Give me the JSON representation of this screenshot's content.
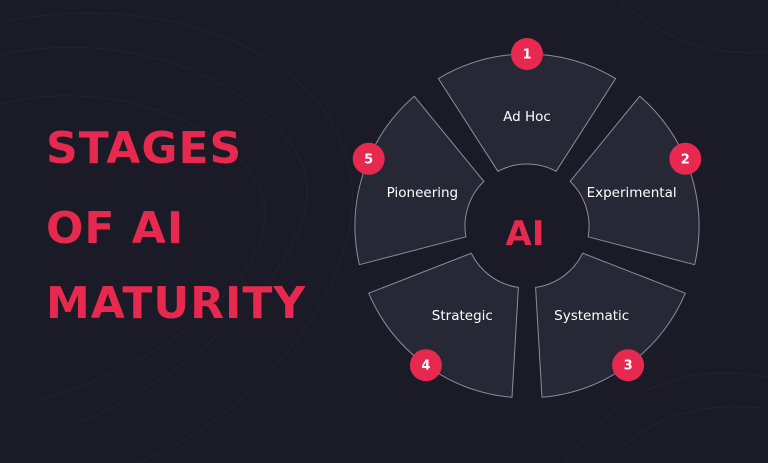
{
  "title_lines": [
    "STAGES",
    "OF AI",
    "MATURITY"
  ],
  "center_label": "AI",
  "stages": [
    {
      "number": "1",
      "label": "Ad Hoc"
    },
    {
      "number": "2",
      "label": "Experimental"
    },
    {
      "number": "3",
      "label": "Systematic"
    },
    {
      "number": "4",
      "label": "Strategic"
    },
    {
      "number": "5",
      "label": "Pioneering"
    }
  ],
  "colors": {
    "background": "#1a1b26",
    "accent": "#e8294f",
    "segment_fill": "#262836",
    "segment_stroke": "#8a8d9b"
  }
}
